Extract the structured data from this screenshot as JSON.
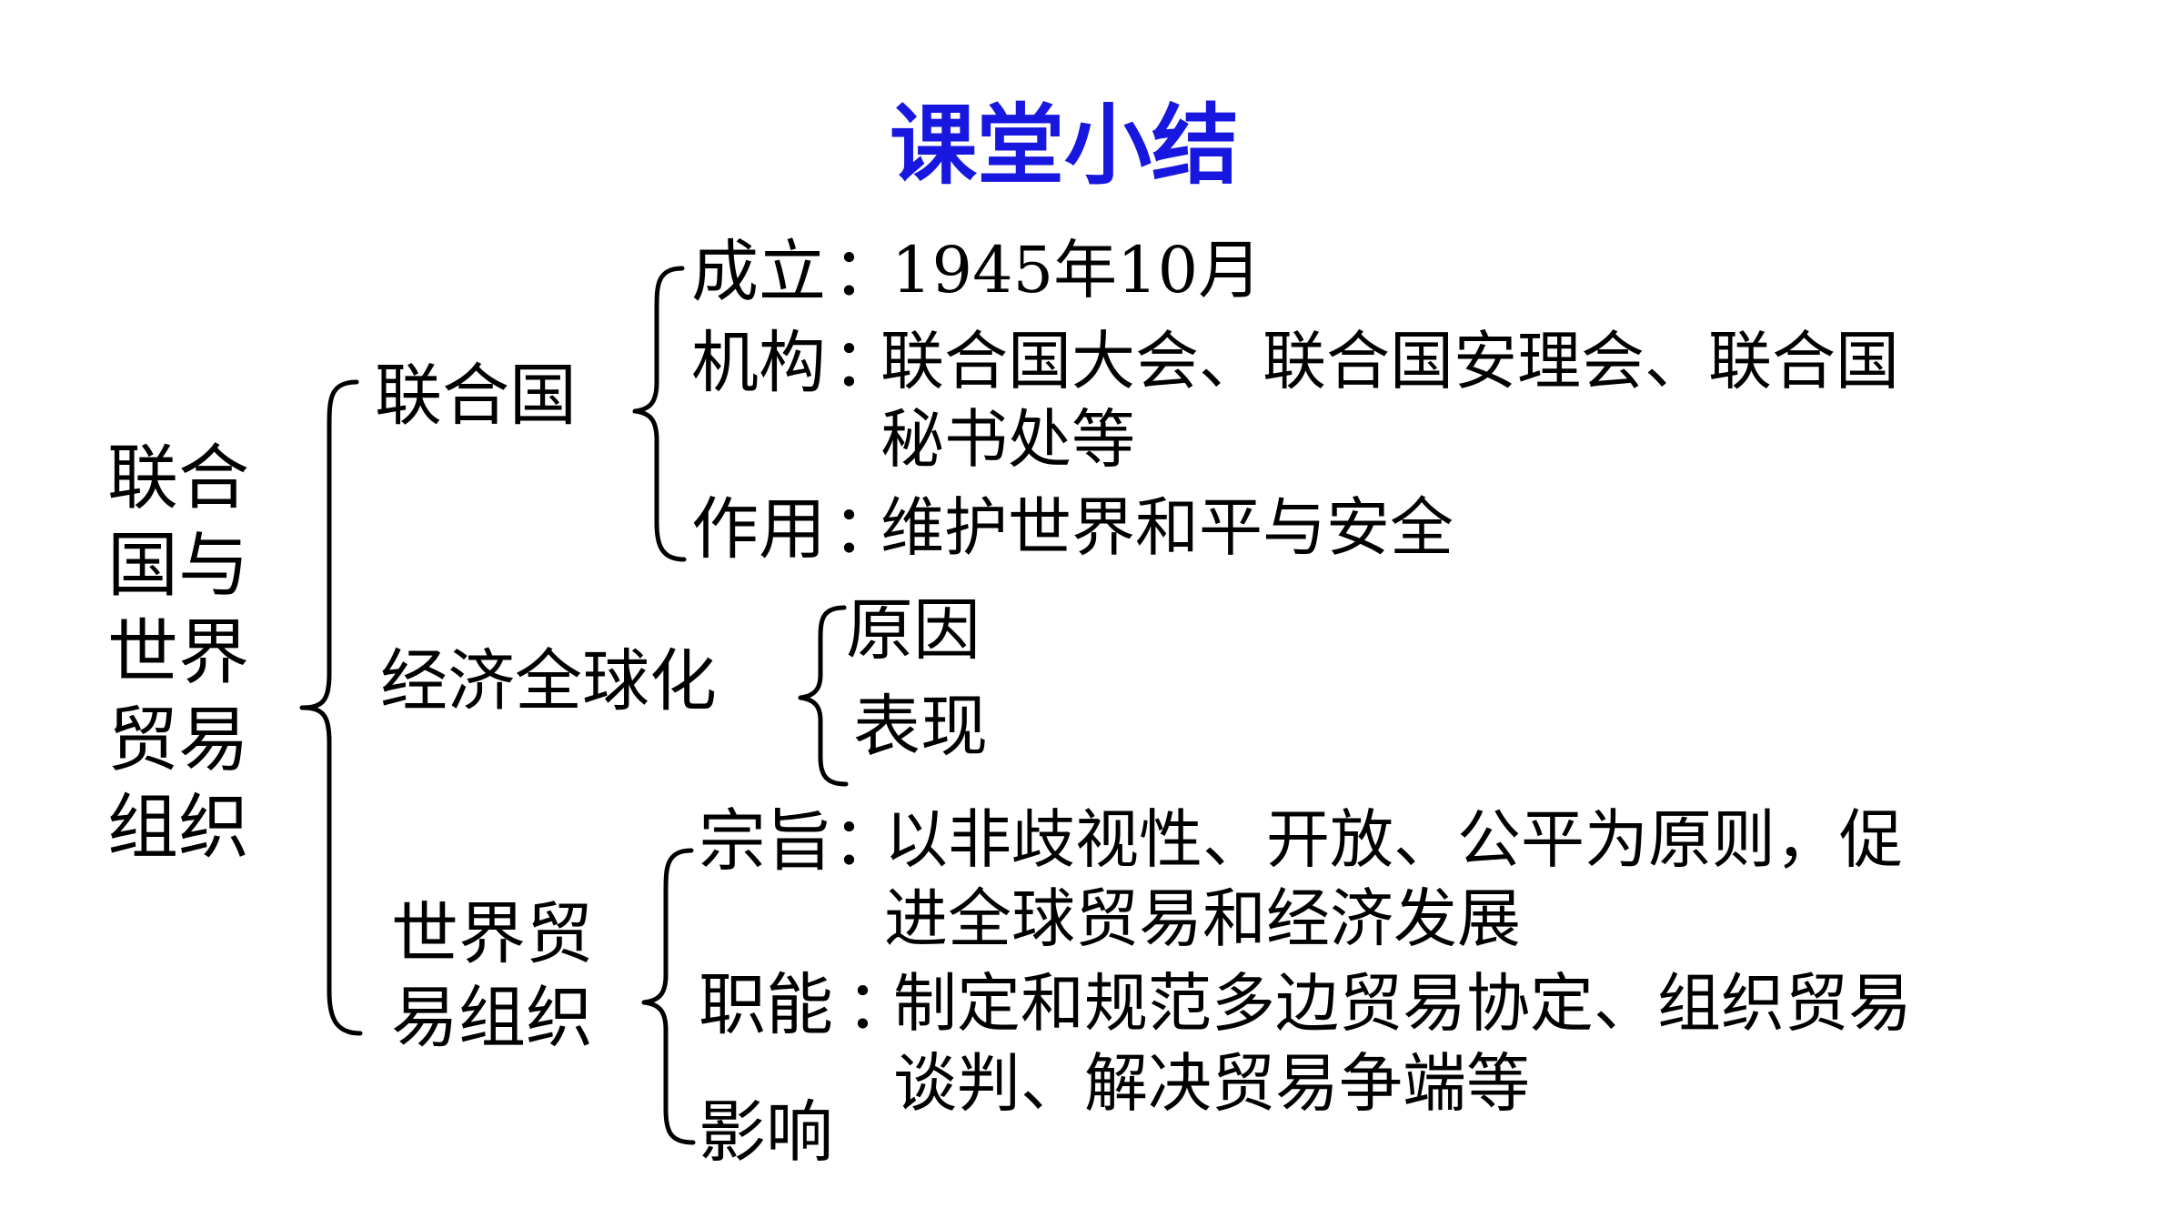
{
  "title": "课堂小结",
  "root": "联合国与世界贸易组织",
  "un": {
    "label": "联合国",
    "founded_label": "成立",
    "founded_value": "1945年10月",
    "organs_label": "机构",
    "organs_line1": "联合国大会、联合国安理会、联合国",
    "organs_line2": "秘书处等",
    "role_label": "作用",
    "role_value": "维护世界和平与安全"
  },
  "globalization": {
    "label": "经济全球化",
    "cause": "原因",
    "manifestation": "表现"
  },
  "wto": {
    "label_line1": "世界贸",
    "label_line2": "易组织",
    "purpose_label": "宗旨",
    "purpose_line1": "以非歧视性、开放、公平为原则，促",
    "purpose_line2": "进全球贸易和经济发展",
    "function_label": "职能",
    "function_line1": "制定和规范多边贸易协定、组织贸易",
    "function_line2": "谈判、解决贸易争端等",
    "impact_label": "影响"
  },
  "colon": "："
}
